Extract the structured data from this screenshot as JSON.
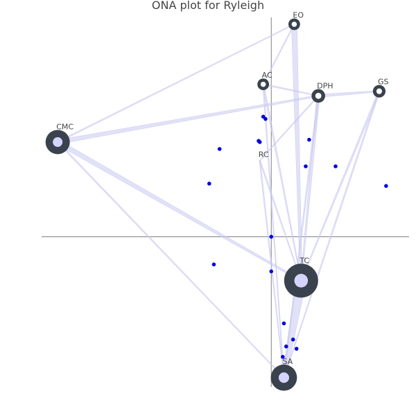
{
  "title": "ONA plot for Ryleigh",
  "colors": {
    "axis": "#808080",
    "edge": "#c8c8f0",
    "node_outer": "#3a424d",
    "node_inner": "#d4d4ff",
    "point": "#0000e0"
  },
  "chart_data": {
    "type": "network",
    "x_range": [
      -1.0,
      0.6
    ],
    "y_range": [
      -0.65,
      0.95
    ],
    "nodes": [
      {
        "id": "EO",
        "label": "EO",
        "x": 0.1,
        "y": 0.92,
        "weight": 0.7
      },
      {
        "id": "AC",
        "label": "AC",
        "x": -0.035,
        "y": 0.66,
        "weight": 0.7
      },
      {
        "id": "DPH",
        "label": "DPH",
        "x": 0.205,
        "y": 0.61,
        "weight": 0.9
      },
      {
        "id": "GS",
        "label": "GS",
        "x": 0.47,
        "y": 0.63,
        "weight": 0.8
      },
      {
        "id": "CMC",
        "label": "CMC",
        "x": -0.93,
        "y": 0.41,
        "weight": 2.0
      },
      {
        "id": "RC",
        "label": "RC",
        "x": -0.05,
        "y": 0.33,
        "weight": 0.0
      },
      {
        "id": "TC",
        "label": "TC",
        "x": 0.13,
        "y": -0.19,
        "weight": 3.0
      },
      {
        "id": "SA",
        "label": "SA",
        "x": 0.055,
        "y": -0.61,
        "weight": 2.2
      }
    ],
    "edges": [
      {
        "source": "CMC",
        "target": "DPH",
        "weight": 3.0
      },
      {
        "source": "CMC",
        "target": "TC",
        "weight": 3.5
      },
      {
        "source": "CMC",
        "target": "EO",
        "weight": 0.6
      },
      {
        "source": "CMC",
        "target": "SA",
        "weight": 0.6
      },
      {
        "source": "EO",
        "target": "TC",
        "weight": 4.0
      },
      {
        "source": "EO",
        "target": "AC",
        "weight": 0.5
      },
      {
        "source": "AC",
        "target": "DPH",
        "weight": 0.7
      },
      {
        "source": "AC",
        "target": "TC",
        "weight": 1.0
      },
      {
        "source": "AC",
        "target": "SA",
        "weight": 0.5
      },
      {
        "source": "DPH",
        "target": "GS",
        "weight": 2.0
      },
      {
        "source": "DPH",
        "target": "TC",
        "weight": 2.0
      },
      {
        "source": "DPH",
        "target": "SA",
        "weight": 0.8
      },
      {
        "source": "DPH",
        "target": "RC",
        "weight": 0.5
      },
      {
        "source": "GS",
        "target": "TC",
        "weight": 1.2
      },
      {
        "source": "GS",
        "target": "SA",
        "weight": 0.8
      },
      {
        "source": "RC",
        "target": "TC",
        "weight": 0.6
      },
      {
        "source": "RC",
        "target": "SA",
        "weight": 0.5
      },
      {
        "source": "TC",
        "target": "SA",
        "weight": 8.0
      }
    ],
    "points": [
      {
        "x": -0.035,
        "y": 0.52
      },
      {
        "x": -0.025,
        "y": 0.51
      },
      {
        "x": -0.05,
        "y": 0.41
      },
      {
        "x": -0.055,
        "y": 0.415
      },
      {
        "x": 0.165,
        "y": 0.42
      },
      {
        "x": -0.225,
        "y": 0.38
      },
      {
        "x": 0.15,
        "y": 0.305
      },
      {
        "x": 0.28,
        "y": 0.305
      },
      {
        "x": 0.5,
        "y": 0.22
      },
      {
        "x": -0.27,
        "y": 0.23
      },
      {
        "x": 0.0,
        "y": 0.0
      },
      {
        "x": -0.25,
        "y": -0.12
      },
      {
        "x": 0.0,
        "y": -0.15
      },
      {
        "x": 0.055,
        "y": -0.375
      },
      {
        "x": 0.095,
        "y": -0.445
      },
      {
        "x": 0.065,
        "y": -0.475
      },
      {
        "x": 0.11,
        "y": -0.485
      },
      {
        "x": 0.05,
        "y": -0.52
      }
    ]
  }
}
